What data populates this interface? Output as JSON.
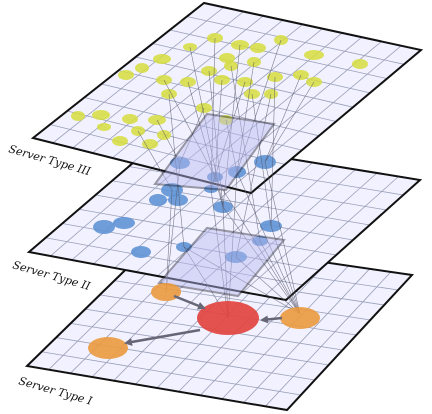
{
  "layers": [
    {
      "id": "layer-1",
      "label": "Server Type I"
    },
    {
      "id": "layer-2",
      "label": "Server Type II"
    },
    {
      "id": "layer-3",
      "label": "Server Type III"
    }
  ],
  "colors": {
    "plane_fill": "#f1f1ff",
    "grid_line": "#9aa0b8",
    "plane_border": "#111111",
    "selection_fill": "#b8b8f0",
    "selection_border": "#2a2a3a",
    "type3_node": "#d6dd3c",
    "type2_node": "#5f93d6",
    "type1_secondary": "#eb9a3e",
    "type1_primary": "#e2443f",
    "link": "#555566",
    "arrow": "#666677"
  }
}
